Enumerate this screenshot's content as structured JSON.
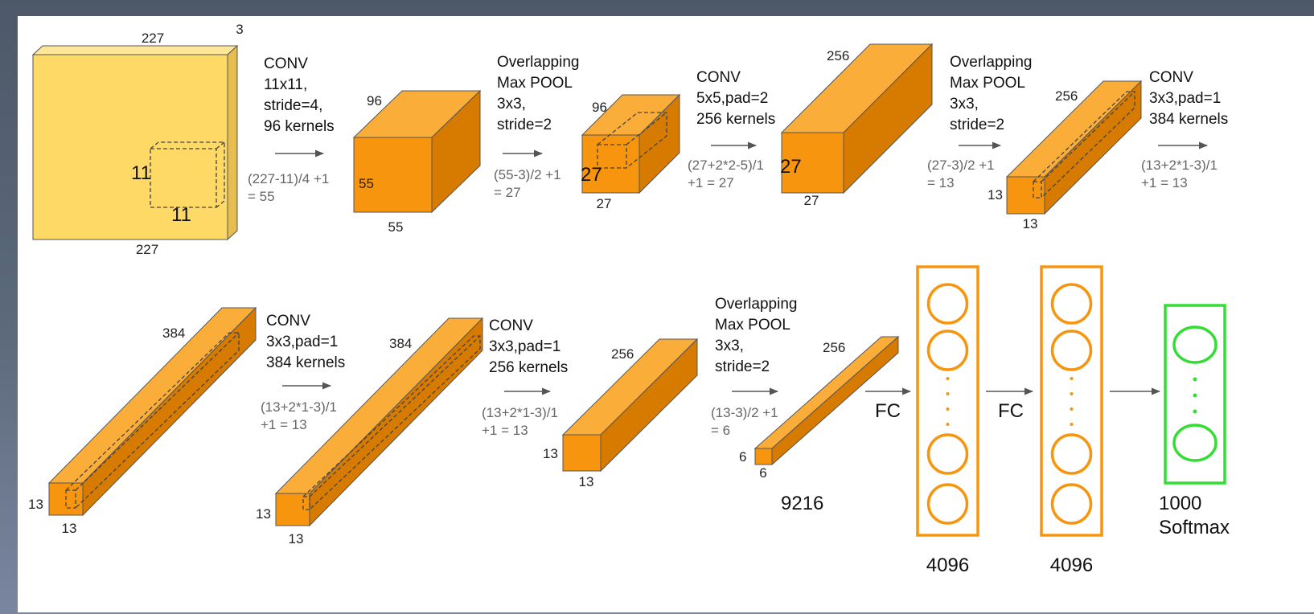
{
  "colors": {
    "input_front": "#ffd966",
    "input_top": "#ffe699",
    "input_side": "#e6bd50",
    "block_front": "#f7950f",
    "block_top": "#fbad3a",
    "block_side": "#d67a00",
    "fc_neuron": "#f7950f",
    "softmax": "#33dd33",
    "arrow": "#555555"
  },
  "row1": {
    "input": {
      "top": "227",
      "depth": "3",
      "bottom": "227",
      "kernel_h": "11",
      "kernel_w": "11"
    },
    "step1": {
      "lines": [
        "CONV",
        "11x11,",
        "stride=4,",
        "96 kernels"
      ],
      "calc": [
        "(227-11)/4 +1",
        "= 55"
      ]
    },
    "conv1": {
      "depth": "96",
      "height": "55",
      "width": "55"
    },
    "step2": {
      "lines": [
        "Overlapping",
        "Max POOL",
        "3x3,",
        "stride=2"
      ],
      "calc": [
        "(55-3)/2 +1",
        "= 27"
      ]
    },
    "pool1": {
      "depth": "96",
      "height": "27",
      "width": "27"
    },
    "step3": {
      "lines": [
        "CONV",
        "5x5,pad=2",
        "256 kernels"
      ],
      "calc": [
        "(27+2*2-5)/1",
        "+1  = 27"
      ]
    },
    "conv2": {
      "depth": "256",
      "height": "27",
      "width": "27"
    },
    "step4": {
      "lines": [
        "Overlapping",
        "Max POOL",
        "3x3,",
        "stride=2"
      ],
      "calc": [
        "(27-3)/2 +1",
        "= 13"
      ]
    },
    "pool2": {
      "depth": "256",
      "height": "13",
      "width": "13"
    },
    "step5": {
      "lines": [
        "CONV",
        "3x3,pad=1",
        "384 kernels"
      ],
      "calc": [
        "(13+2*1-3)/1",
        "+1  = 13"
      ]
    }
  },
  "row2": {
    "conv3": {
      "depth": "384",
      "height": "13",
      "width": "13"
    },
    "step6": {
      "lines": [
        "CONV",
        "3x3,pad=1",
        "384 kernels"
      ],
      "calc": [
        "(13+2*1-3)/1",
        "+1  = 13"
      ]
    },
    "conv4": {
      "depth": "384",
      "height": "13",
      "width": "13"
    },
    "step7": {
      "lines": [
        "CONV",
        "3x3,pad=1",
        "256 kernels"
      ],
      "calc": [
        "(13+2*1-3)/1",
        "+1  = 13"
      ]
    },
    "conv5": {
      "depth": "256",
      "height": "13",
      "width": "13"
    },
    "step8": {
      "lines": [
        "Overlapping",
        "Max POOL",
        "3x3,",
        "stride=2"
      ],
      "calc": [
        "(13-3)/2 +1",
        "= 6"
      ]
    },
    "pool3": {
      "depth": "256",
      "height": "6",
      "width": "6"
    },
    "flatten": "9216",
    "fc_label_1": "FC",
    "fc_label_2": "FC",
    "fc1": "4096",
    "fc2": "4096",
    "output": [
      "1000",
      "Softmax"
    ]
  }
}
